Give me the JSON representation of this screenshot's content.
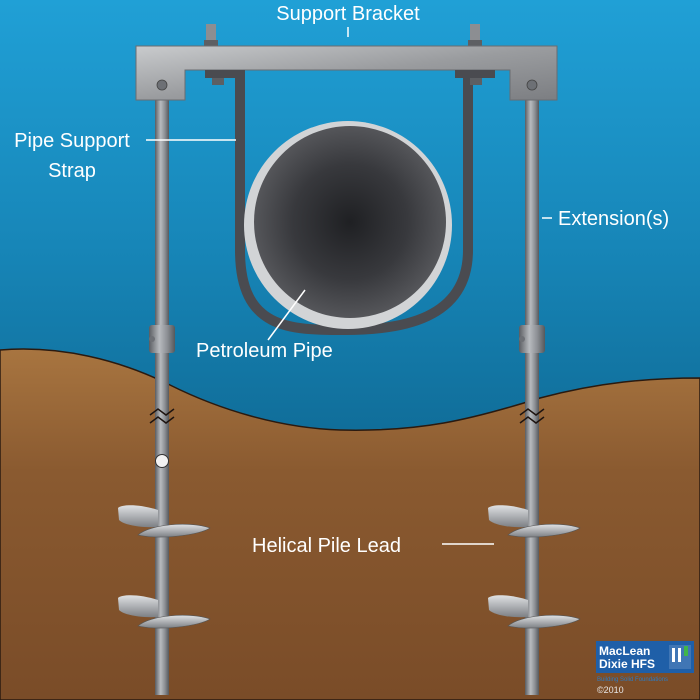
{
  "diagram": {
    "title": "Helical Pile Pipe Support",
    "labels": {
      "support_bracket": "Support Bracket",
      "pipe_support_strap_line1": "Pipe Support",
      "pipe_support_strap_line2": "Strap",
      "extensions": "Extension(s)",
      "petroleum_pipe": "Petroleum Pipe",
      "helical_pile_lead": "Helical Pile Lead"
    },
    "logo": {
      "line1": "MacLean",
      "line2": "Dixie HFS",
      "tagline": "Building Solid Foundations",
      "copyright": "©2010"
    },
    "colors": {
      "water_top": "#1f9ad0",
      "water_bottom": "#0d5478",
      "soil": "#7a4c28",
      "soil_light": "#9b6a3c",
      "steel": "#8a8d92",
      "steel_dark": "#4a4c50",
      "pipe_inner": "#2e2f33",
      "label": "#ffffff",
      "logo_bg": "#1f5fa8"
    }
  }
}
